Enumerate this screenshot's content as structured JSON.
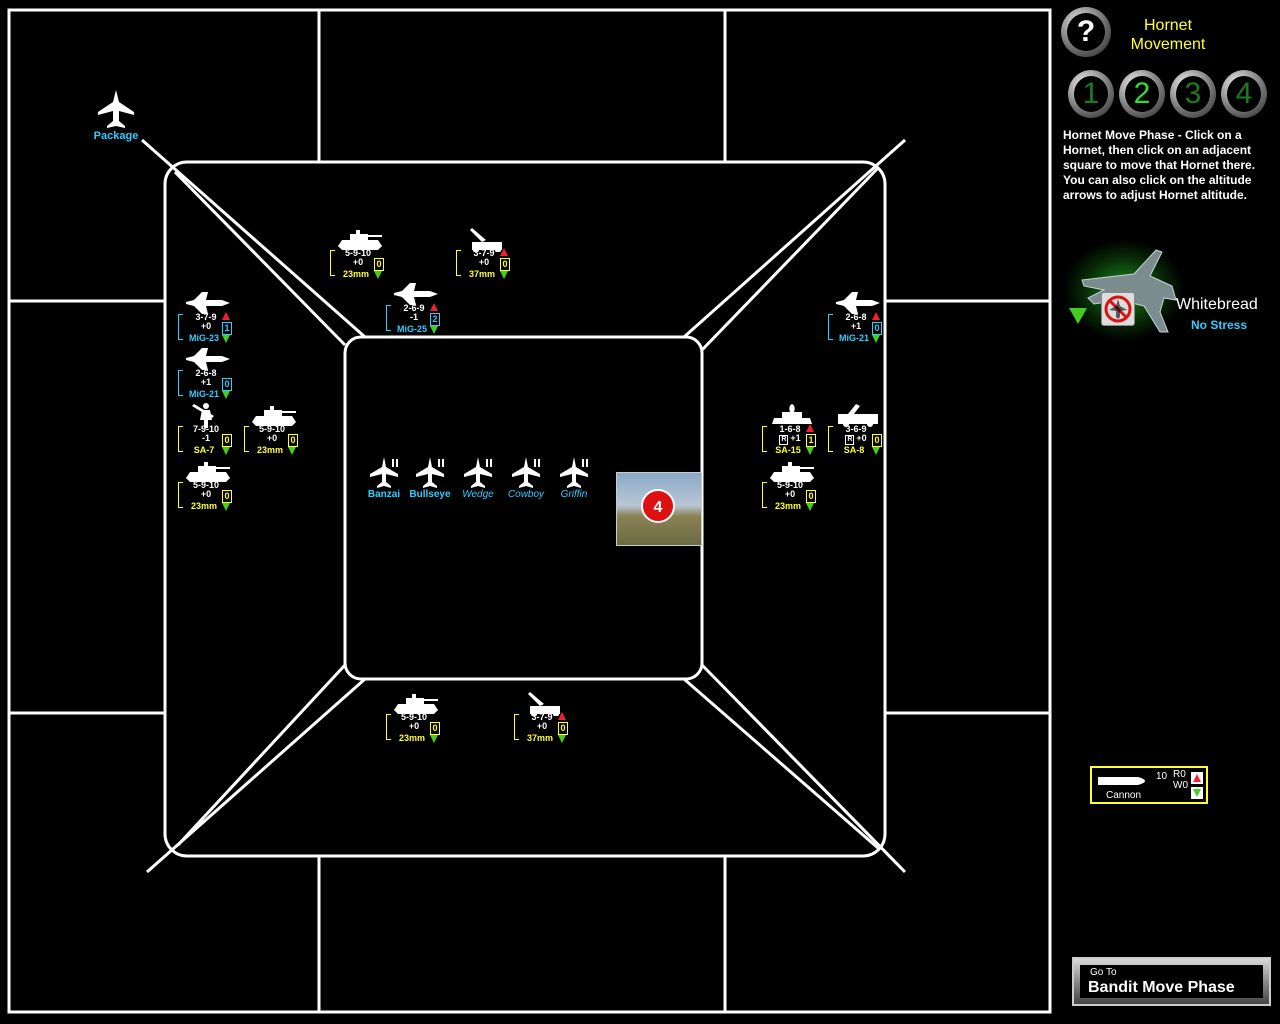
{
  "phase": {
    "title": "Hornet Movement",
    "help_glyph": "?"
  },
  "phase_buttons": [
    {
      "label": "1",
      "color": "#1f7a1f",
      "active": false
    },
    {
      "label": "2",
      "color": "#33dd33",
      "active": true
    },
    {
      "label": "3",
      "color": "#1f7a1f",
      "active": false
    },
    {
      "label": "4",
      "color": "#1f7a1f",
      "active": false
    }
  ],
  "instructions": "Hornet Move Phase - Click on a Hornet, then click on an adjacent square to move that Hornet there. You can also click on the altitude arrows to adjust Hornet altitude.",
  "pilot": {
    "name": "Whitebread",
    "stress": "No Stress"
  },
  "weapon": {
    "name": "Cannon",
    "count": "10",
    "r": "R0",
    "w": "W0"
  },
  "go_button": {
    "small": "Go To",
    "big": "Bandit Move Phase"
  },
  "package": {
    "label": "Package"
  },
  "target": {
    "number": "4"
  },
  "hornets": [
    {
      "name": "Banzai",
      "italic": false
    },
    {
      "name": "Bullseye",
      "italic": false
    },
    {
      "name": "Wedge",
      "italic": true
    },
    {
      "name": "Cowboy",
      "italic": true
    },
    {
      "name": "Griffin",
      "italic": true
    }
  ],
  "units": [
    {
      "kind": "ground",
      "icon": "tank",
      "stats1": "5-9-10",
      "stats2": "+0",
      "name": "23mm",
      "box": "0",
      "up": false
    },
    {
      "kind": "ground",
      "icon": "gun",
      "stats1": "3-7-9",
      "stats2": "+0",
      "name": "37mm",
      "box": "0",
      "up": true
    },
    {
      "kind": "air",
      "icon": "jet",
      "stats1": "2-6-9",
      "stats2": "-1",
      "name": "MiG-25",
      "box": "2",
      "up": true
    },
    {
      "kind": "air",
      "icon": "jet",
      "stats1": "3-7-9",
      "stats2": "+0",
      "name": "MiG-23",
      "box": "1",
      "up": true
    },
    {
      "kind": "air",
      "icon": "jet",
      "stats1": "2-6-8",
      "stats2": "+1",
      "name": "MiG-21",
      "box": "0",
      "up": false
    },
    {
      "kind": "ground",
      "icon": "soldier",
      "stats1": "7-9-10",
      "stats2": "-1",
      "name": "SA-7",
      "box": "0",
      "up": false
    },
    {
      "kind": "ground",
      "icon": "tank",
      "stats1": "5-9-10",
      "stats2": "+0",
      "name": "23mm",
      "box": "0",
      "up": false
    },
    {
      "kind": "ground",
      "icon": "tank",
      "stats1": "5-9-10",
      "stats2": "+0",
      "name": "23mm",
      "box": "0",
      "up": false
    },
    {
      "kind": "air",
      "icon": "jet",
      "stats1": "2-6-8",
      "stats2": "+1",
      "name": "MiG-21",
      "box": "0",
      "up": true
    },
    {
      "kind": "ground",
      "icon": "sam",
      "stats1": "1-6-8",
      "stats2": "+1",
      "name": "SA-15",
      "box": "1",
      "up": true,
      "r": "R"
    },
    {
      "kind": "ground",
      "icon": "truck",
      "stats1": "3-6-9",
      "stats2": "+0",
      "name": "SA-8",
      "box": "0",
      "up": false,
      "r": "R"
    },
    {
      "kind": "ground",
      "icon": "tank",
      "stats1": "5-9-10",
      "stats2": "+0",
      "name": "23mm",
      "box": "0",
      "up": false
    },
    {
      "kind": "ground",
      "icon": "tank",
      "stats1": "5-9-10",
      "stats2": "+0",
      "name": "23mm",
      "box": "0",
      "up": false
    },
    {
      "kind": "ground",
      "icon": "gun",
      "stats1": "3-7-9",
      "stats2": "+0",
      "name": "37mm",
      "box": "0",
      "up": true
    }
  ]
}
